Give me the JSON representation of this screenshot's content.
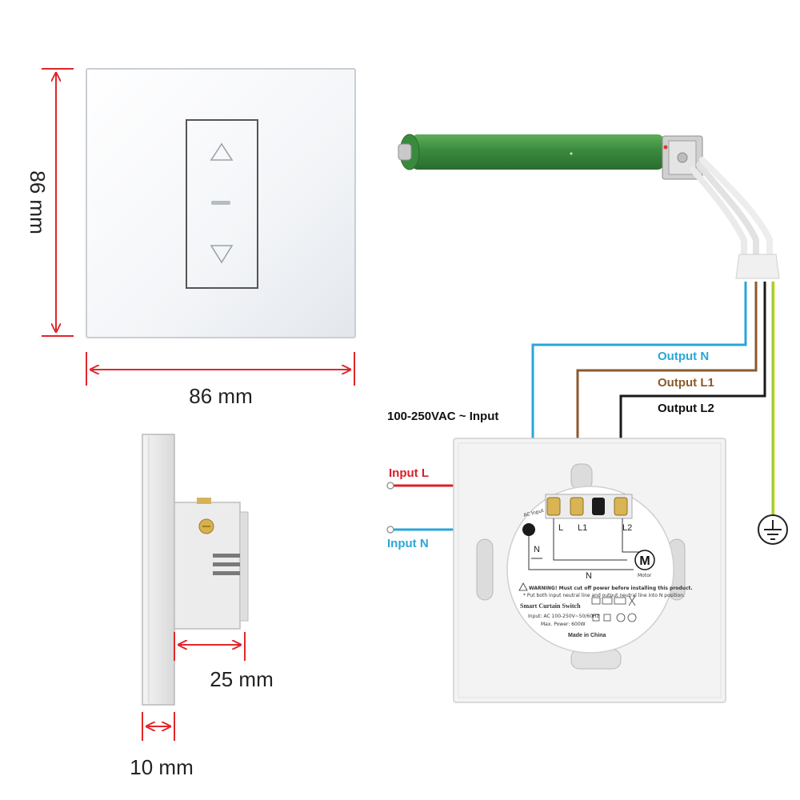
{
  "dimensions": {
    "height": "86 mm",
    "width": "86 mm",
    "depth": "25 mm",
    "plate": "10 mm"
  },
  "wiring": {
    "supply": "100-250VAC ~ Input",
    "input_l": "Input L",
    "input_n": "Input N",
    "output_n": "Output N",
    "output_l1": "Output L1",
    "output_l2": "Output L2"
  },
  "back_panel": {
    "terminal_l": "L",
    "terminal_l1": "L1",
    "terminal_l2": "L2",
    "terminal_n": "N",
    "neutral_line": "N",
    "ac_input": "AC Input",
    "motor_symbol": "M",
    "motor_label": "Motor",
    "warning": "WARNING! Must cut off power before installing this product.",
    "note": "* Put both input neutral line and output neutral line into N position.",
    "product_name": "Smart Curtain Switch",
    "input_spec": "Input: AC 100-250V~50/60Hz",
    "max_power": "Max. Power: 600W",
    "origin": "Made in China"
  },
  "colors": {
    "dimension": "#e0262b",
    "input_l": "#d81f2a",
    "neutral": "#2ba6d8",
    "l1": "#8b5a2b",
    "l2": "#1a1a1a",
    "earth": "#9acd32",
    "motor_tube": "#3a8a3e"
  },
  "icons": [
    "up-arrow-icon",
    "stop-bar-icon",
    "down-arrow-icon",
    "ground-icon",
    "motor-icon",
    "warning-icon"
  ]
}
